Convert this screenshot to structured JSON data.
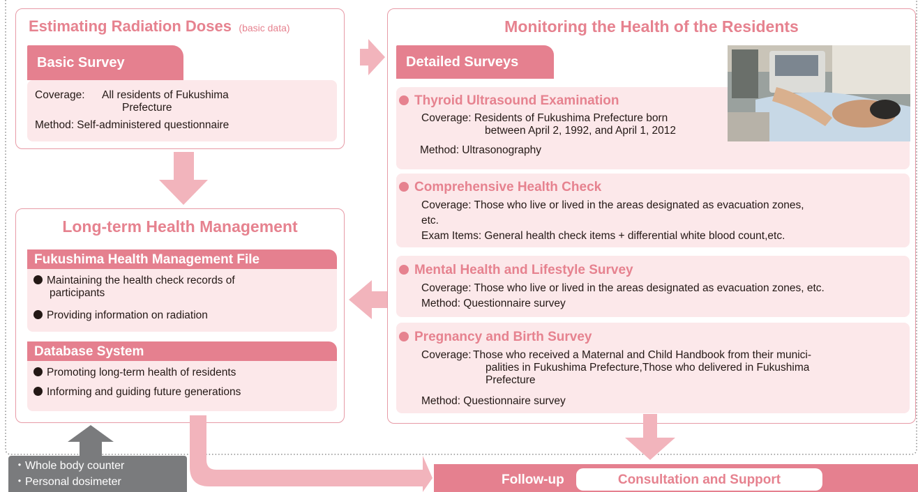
{
  "dose": {
    "title": "Estimating Radiation Doses",
    "title_note": "(basic data)",
    "basic_tab": "Basic Survey",
    "coverage_label": "Coverage:",
    "coverage_line1": "All residents of Fukushima",
    "coverage_line2": "Prefecture",
    "method": "Method: Self-administered questionnaire"
  },
  "monitor": {
    "title": "Monitoring the Health of the Residents",
    "detailed_tab": "Detailed Surveys",
    "photo_icon": "ultrasound-exam-photo",
    "thyroid": {
      "head": "Thyroid Ultrasound Examination",
      "coverage_line1": "Coverage: Residents of Fukushima Prefecture born",
      "coverage_line2": "between April 2, 1992, and April 1, 2012",
      "method": "Method: Ultrasonography"
    },
    "health_check": {
      "head": "Comprehensive Health Check",
      "coverage_line1": "Coverage: Those who live or lived in the areas designated as evacuation zones,",
      "coverage_line2": "etc.",
      "exam": "Exam Items: General health check items + differential white blood count,etc."
    },
    "mental": {
      "head": "Mental Health and Lifestyle Survey",
      "coverage": "Coverage: Those who live or lived in the areas designated as evacuation zones, etc.",
      "method": "Method: Questionnaire survey"
    },
    "pregnancy": {
      "head": "Pregnancy and Birth Survey",
      "coverage_label": "Coverage:",
      "coverage_line1": "Those who received a Maternal and Child Handbook from their munici-",
      "coverage_line2": "palities in Fukushima Prefecture,Those who delivered in Fukushima",
      "coverage_line3": "Prefecture",
      "method": "Method: Questionnaire survey"
    }
  },
  "longterm": {
    "title": "Long-term Health Management",
    "file_tab": "Fukushima Health Management File",
    "file_item1_line1": "Maintaining the health check records of",
    "file_item1_line2": "participants",
    "file_item2": "Providing information on radiation",
    "db_tab": "Database System",
    "db_item1": "Promoting long-term health of residents",
    "db_item2": "Informing and guiding future generations"
  },
  "devices": {
    "item1": "・Whole body counter",
    "item2": "・Personal dosimeter"
  },
  "followup": {
    "label": "Follow-up",
    "consult": "Consultation and Support"
  },
  "colors": {
    "accent": "#e6828f",
    "tab": "#e5808f",
    "light_pink": "#fce8ea",
    "arrow": "#f2b4bc",
    "gray": "#7a7b7d"
  }
}
